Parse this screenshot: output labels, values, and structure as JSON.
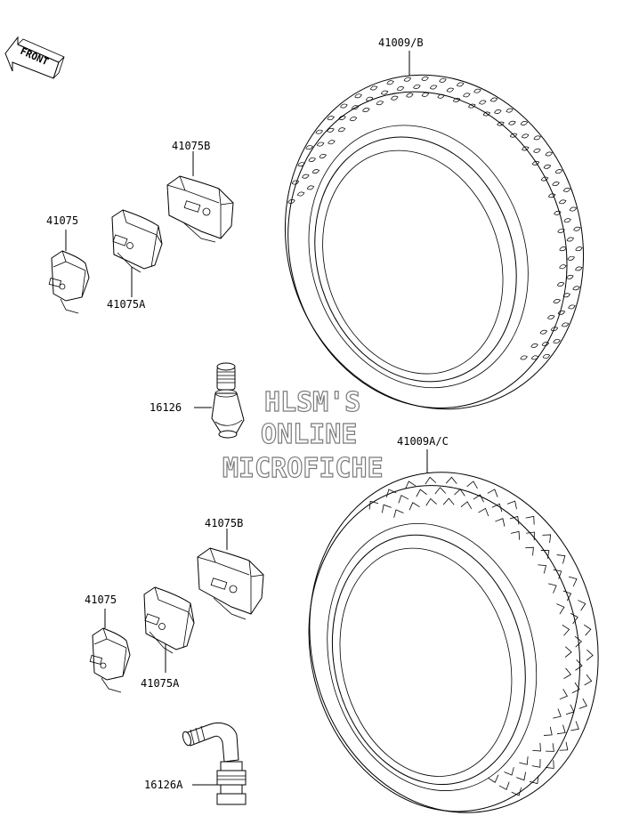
{
  "front_label": "FRONT",
  "parts": {
    "tire_front": "41009/B",
    "tire_rear": "41009A/C",
    "weight_a_top": "41075",
    "weight_b_top": "41075B",
    "weight_c_top": "41075A",
    "valve_top": "16126",
    "weight_a_bottom": "41075",
    "weight_b_bottom": "41075B",
    "weight_c_bottom": "41075A",
    "valve_bottom": "16126A"
  },
  "watermark": {
    "line1": "HLSM'S",
    "line2": "ONLINE",
    "line3": "MICROFICHE"
  },
  "icons": {
    "front_arrow": "front-arrow-icon",
    "tire": "tire-icon",
    "wheel_weight": "wheel-weight-icon",
    "valve": "valve-icon"
  }
}
